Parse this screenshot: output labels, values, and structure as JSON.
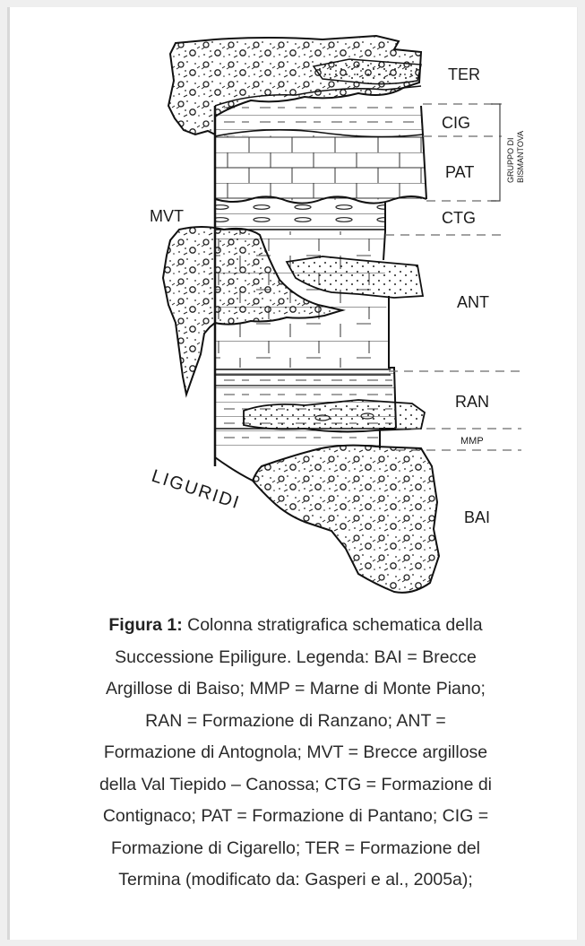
{
  "figure": {
    "labels": {
      "ter": "TER",
      "cig": "CIG",
      "pat": "PAT",
      "ctg": "CTG",
      "mvt": "MVT",
      "ant": "ANT",
      "ran": "RAN",
      "mmp": "MMP",
      "bai": "BAI",
      "liguridi": "LIGURIDI",
      "group_line1": "GRUPPO DI",
      "group_line2": "BISMANTOVA"
    }
  },
  "caption": {
    "bold": "Figura 1:",
    "line1": " Colonna stratigrafica schematica della",
    "line2": "Successione Epiligure. Legenda: BAI = Brecce",
    "line3": "Argillose di Baiso; MMP = Marne di Monte Piano;",
    "line4": "RAN = Formazione di Ranzano; ANT =",
    "line5": "Formazione di Antognola; MVT = Brecce argillose",
    "line6": "della Val Tiepido – Canossa; CTG = Formazione di",
    "line7": "Contignaco; PAT = Formazione di Pantano; CIG =",
    "line8": "Formazione di Cigarello; TER = Formazione del",
    "line9": "Termina (modificato da: Gasperi e al., 2005a);"
  }
}
